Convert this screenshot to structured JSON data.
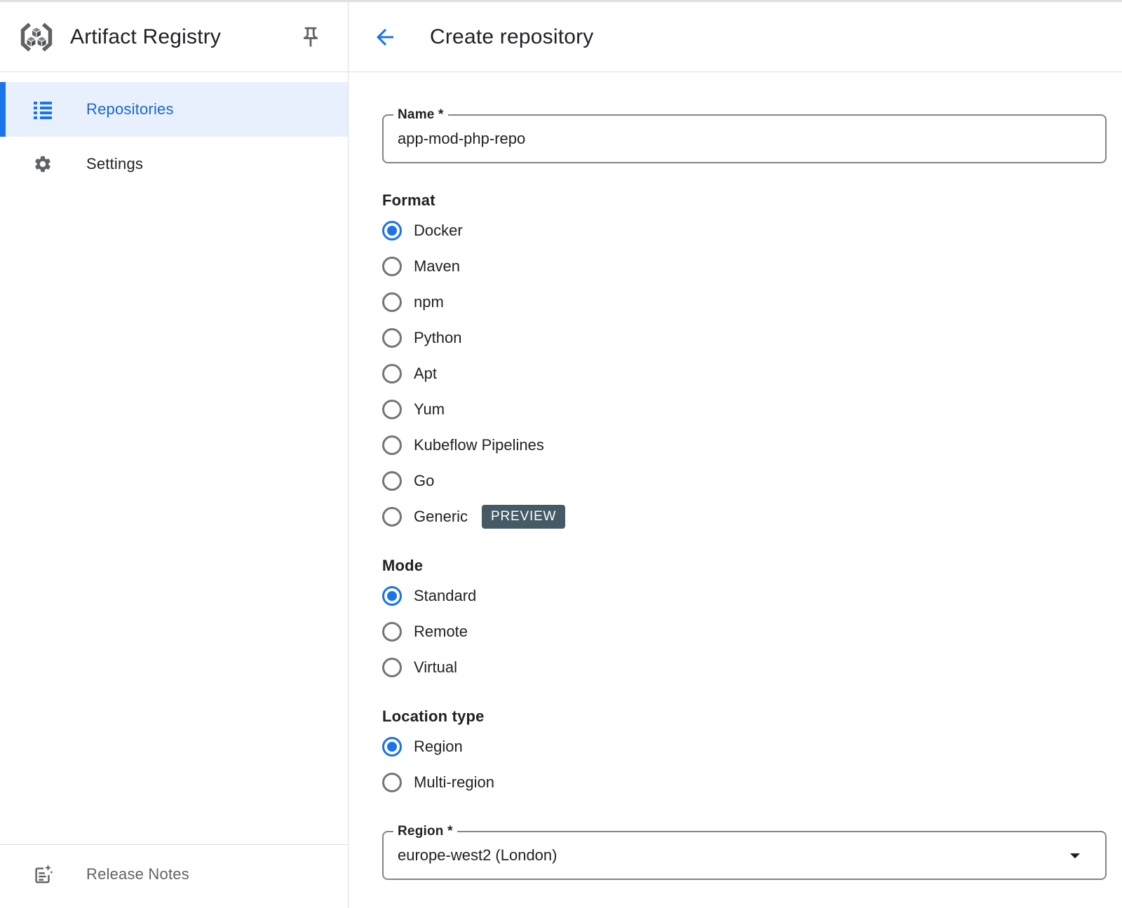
{
  "sidebar": {
    "app_title": "Artifact Registry",
    "items": [
      {
        "label": "Repositories",
        "selected": true
      },
      {
        "label": "Settings",
        "selected": false
      }
    ],
    "release_notes_label": "Release Notes"
  },
  "header": {
    "title": "Create repository"
  },
  "form": {
    "name_field": {
      "label": "Name *",
      "value": "app-mod-php-repo"
    },
    "format_section": {
      "label": "Format",
      "options": [
        {
          "label": "Docker",
          "selected": true
        },
        {
          "label": "Maven"
        },
        {
          "label": "npm"
        },
        {
          "label": "Python"
        },
        {
          "label": "Apt"
        },
        {
          "label": "Yum"
        },
        {
          "label": "Kubeflow Pipelines"
        },
        {
          "label": "Go"
        },
        {
          "label": "Generic",
          "badge": "PREVIEW"
        }
      ]
    },
    "mode_section": {
      "label": "Mode",
      "options": [
        {
          "label": "Standard",
          "selected": true
        },
        {
          "label": "Remote"
        },
        {
          "label": "Virtual"
        }
      ]
    },
    "location_section": {
      "label": "Location type",
      "options": [
        {
          "label": "Region",
          "selected": true
        },
        {
          "label": "Multi-region"
        }
      ]
    },
    "region_field": {
      "label": "Region *",
      "value": "europe-west2 (London)"
    }
  },
  "colors": {
    "accent": "#1a73e8",
    "selected_nav_text": "#1967d2",
    "selected_nav_bg": "#e8f0fe",
    "preview_badge_bg": "#455a64",
    "field_border": "#80868b",
    "icon_gray": "#5f6368"
  }
}
